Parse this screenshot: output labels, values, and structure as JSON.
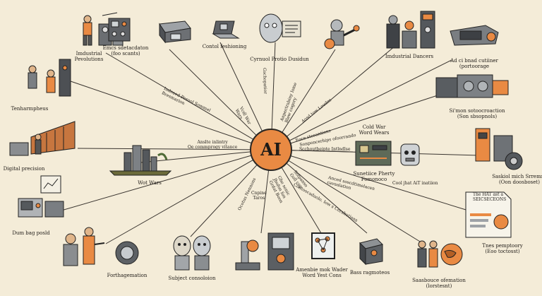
{
  "hub": {
    "label": "AI",
    "color": "#e98a43"
  },
  "nodes": [
    {
      "id": "industrial-revolutions",
      "label": "Imdustrial\nPevolutions",
      "icon": "worker-machine-icon"
    },
    {
      "id": "factory-machine",
      "label": "Emcs sdetacdaton\n(foo scants)",
      "icon": "control-panel-icon"
    },
    {
      "id": "control-fashioning",
      "label": "Contol feshioning",
      "icon": "computer-console-icon"
    },
    {
      "id": "robot-head",
      "label": "Cyrnuol Protio Dusidun",
      "icon": "robot-head-icon"
    },
    {
      "id": "robotics",
      "label": "",
      "icon": "robot-arm-icon"
    },
    {
      "id": "industrial-dancers",
      "label": "Imdustrial Dancers",
      "icon": "lab-equipment-icon"
    },
    {
      "id": "adhesive",
      "label": "Ad ci bnad cutiiner\n(portoorage",
      "icon": "drill-machine-icon"
    },
    {
      "id": "tenharmpheus",
      "label": "Tenharmpheus",
      "icon": "industrial-workers-icon"
    },
    {
      "id": "simon-automation",
      "label": "Si'mon sotoocroaction\n(Son sbsopnols)",
      "icon": "engine-block-icon"
    },
    {
      "id": "cold-war-text",
      "label": "Cold War\nWord Wears",
      "icon": ""
    },
    {
      "id": "digital-precision",
      "label": "Digital precision",
      "icon": "factory-building-icon"
    },
    {
      "id": "war-wars",
      "label": "Wot Wars",
      "icon": "city-ruins-icon"
    },
    {
      "id": "circuit-fomonoco",
      "label": "Sunetiice Pherty\nFomonoco",
      "icon": "circuit-board-icon"
    },
    {
      "id": "robot-face",
      "label": "",
      "icon": "robot-face-icon"
    },
    {
      "id": "saskiol-streams",
      "label": "Saskiol mich Srremns\n(Oon doosboset)",
      "icon": "gas-cylinder-icon"
    },
    {
      "id": "dem-bag-posid",
      "label": "Dum bag posld",
      "icon": "old-computer-icon"
    },
    {
      "id": "forthagemation",
      "label": "Forthagemation",
      "icon": "welder-workers-icon"
    },
    {
      "id": "subject-consoloion",
      "label": "Subject consoloion",
      "icon": "robot-pair-icon"
    },
    {
      "id": "microscope",
      "label": "",
      "icon": "microscope-icon"
    },
    {
      "id": "amenbie-motor",
      "label": "Amenbie mok Wader\nWord Yest Cons",
      "icon": "network-screen-icon"
    },
    {
      "id": "bass-ragmoteos",
      "label": "Bass ragmoteos",
      "icon": "robot-box-icon"
    },
    {
      "id": "sacusbouce",
      "label": "Saasbouce ofemation\n(lorstesnt)",
      "icon": "globe-people-icon"
    },
    {
      "id": "the-hat",
      "label": "Tnes pemptoory\n(Eoo toctosst)",
      "icon": "document-report-icon"
    }
  ],
  "spoke_labels": [
    "Indeaed Pesuol Sommel\nBresmarion",
    "Anslte inlintry\nOe commprogy vitance",
    "Vcdl War\nWars",
    "Gschopatior",
    "Anpectrabiny Isme\nBlew cogory",
    "Aosd tow Loudes",
    "Eoce stceantions",
    "Sonponcerhips ofoorrando",
    "Scchoutbeipte Intlndlse",
    "Cool jhat AiT inatiion",
    "Anced soscdtimelacen\ncavaalation",
    "Contoocadaolo. Iow s Corshutions",
    "Ghe sonic\nJhofon fon\nGrdat Boon",
    "Sofpanso\nGoll cop",
    "Cnpine\nTaros",
    "Ocotus Nennons",
    "The HAT ast a\nSEICSECEONS"
  ],
  "colors": {
    "background": "#f4ecd8",
    "accent": "#e98a43",
    "ink": "#1f1b17"
  }
}
